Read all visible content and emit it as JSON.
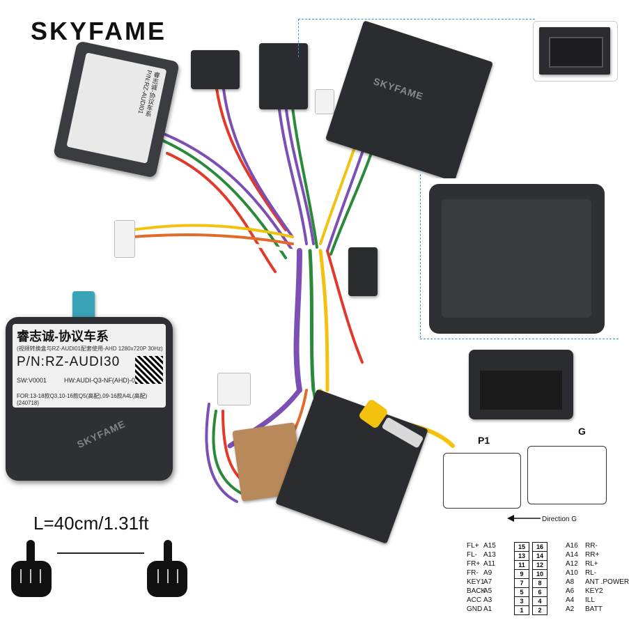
{
  "brand": {
    "text": "SKYFAME"
  },
  "watermark": {
    "text": "SKYFAME"
  },
  "module_top": {
    "lines": [
      "睿志诚-协议车系",
      "P/N:RZ-AUDI01"
    ]
  },
  "module_main": {
    "title": "睿志诚-协议车系",
    "subtitle": "(视频转换盒与RZ-AUDI01配套使用-AHD 1280x720P 30Hz)",
    "pn": "P/N:RZ-AUDI30",
    "sw": "SW:V0001",
    "hw": "HW:AUDI-Q3-NF(AHD)-0000",
    "for": "FOR:13-18款Q3,10-16款Q5(高配),09-16款A4L(高配)(240718)"
  },
  "length": {
    "text": "L=40cm/1.31ft"
  },
  "plug_labels": {
    "p1": "P1",
    "g": "G",
    "direction": "Direction G"
  },
  "pinout": {
    "rows": [
      {
        "left_name": "FL+",
        "left_code": "A15",
        "left_pin": "15",
        "right_pin": "16",
        "right_code": "A16",
        "right_name": "RR-"
      },
      {
        "left_name": "FL-",
        "left_code": "A13",
        "left_pin": "13",
        "right_pin": "14",
        "right_code": "A14",
        "right_name": "RR+"
      },
      {
        "left_name": "FR+",
        "left_code": "A11",
        "left_pin": "11",
        "right_pin": "12",
        "right_code": "A12",
        "right_name": "RL+"
      },
      {
        "left_name": "FR-",
        "left_code": "A9",
        "left_pin": "9",
        "right_pin": "10",
        "right_code": "A10",
        "right_name": "RL-"
      },
      {
        "left_name": "KEY1",
        "left_code": "A7",
        "left_pin": "7",
        "right_pin": "8",
        "right_code": "A8",
        "right_name": "ANT .POWER"
      },
      {
        "left_name": "BACK",
        "left_code": "A5",
        "left_pin": "5",
        "right_pin": "6",
        "right_code": "A6",
        "right_name": "KEY2"
      },
      {
        "left_name": "ACC",
        "left_code": "A3",
        "left_pin": "3",
        "right_pin": "4",
        "right_code": "A4",
        "right_name": "ILL"
      },
      {
        "left_name": "GND",
        "left_code": "A1",
        "left_pin": "1",
        "right_pin": "2",
        "right_code": "A2",
        "right_name": "BATT"
      }
    ]
  },
  "colors": {
    "accent_dotted": "#2a9bd6",
    "module": "#2e3034",
    "connector_tan": "#b8895a",
    "rca_yellow": "#f2c20f"
  }
}
